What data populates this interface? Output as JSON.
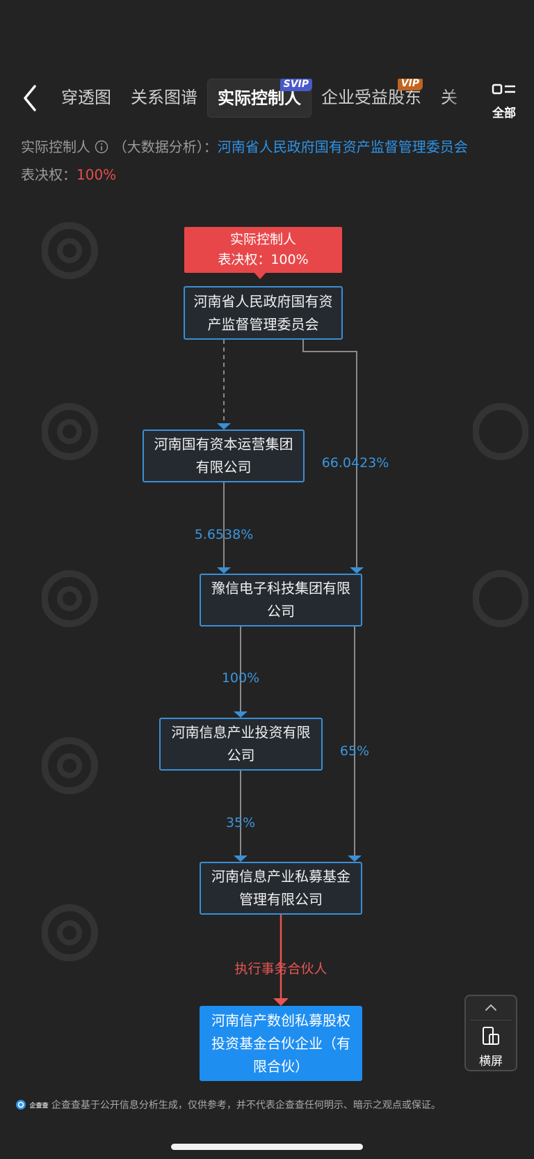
{
  "tabs": [
    {
      "label": "穿透图",
      "active": false,
      "badge": ""
    },
    {
      "label": "关系图谱",
      "active": false,
      "badge": ""
    },
    {
      "label": "实际控制人",
      "active": true,
      "badge": "SVIP"
    },
    {
      "label": "企业受益股东",
      "active": false,
      "badge": "VIP"
    },
    {
      "label": "关",
      "active": false,
      "badge": ""
    }
  ],
  "header": {
    "all_label": "全部"
  },
  "info": {
    "controller_label": "实际控制人",
    "analysis_label": "（大数据分析）：",
    "controller_name": "河南省人民政府国有资产监督管理委员会",
    "voting_label": "表决权：",
    "voting_value": "100%"
  },
  "chart": {
    "controller_tag_title": "实际控制人",
    "controller_tag_voting": "表决权：100%",
    "nodes": {
      "n1": "河南省人民政府国有资产监督管理委员会",
      "n2": "河南国有资本运营集团有限公司",
      "n3": "豫信电子科技集团有限公司",
      "n4": "河南信息产业投资有限公司",
      "n5": "河南信息产业私募基金管理有限公司",
      "n6": "河南信产数创私募股权投资基金合伙企业（有限合伙）"
    },
    "edges": {
      "n1_n3": "66.0423%",
      "n2_n3": "5.6538%",
      "n3_n4": "100%",
      "n3_n5": "65%",
      "n4_n5": "35%",
      "n5_n6": "执行事务合伙人"
    }
  },
  "landscape_button": {
    "label": "横屏"
  },
  "footer": {
    "disclaimer": "企查查基于公开信息分析生成，仅供参考，并不代表企查查任何明示、暗示之观点或保证。",
    "logo_text": "企查查"
  },
  "colors": {
    "background": "#232323",
    "accent_blue": "#2e93e6",
    "node_border": "#3a8fd6",
    "controller_red": "#e8474a",
    "final_node": "#1f8ef1"
  }
}
